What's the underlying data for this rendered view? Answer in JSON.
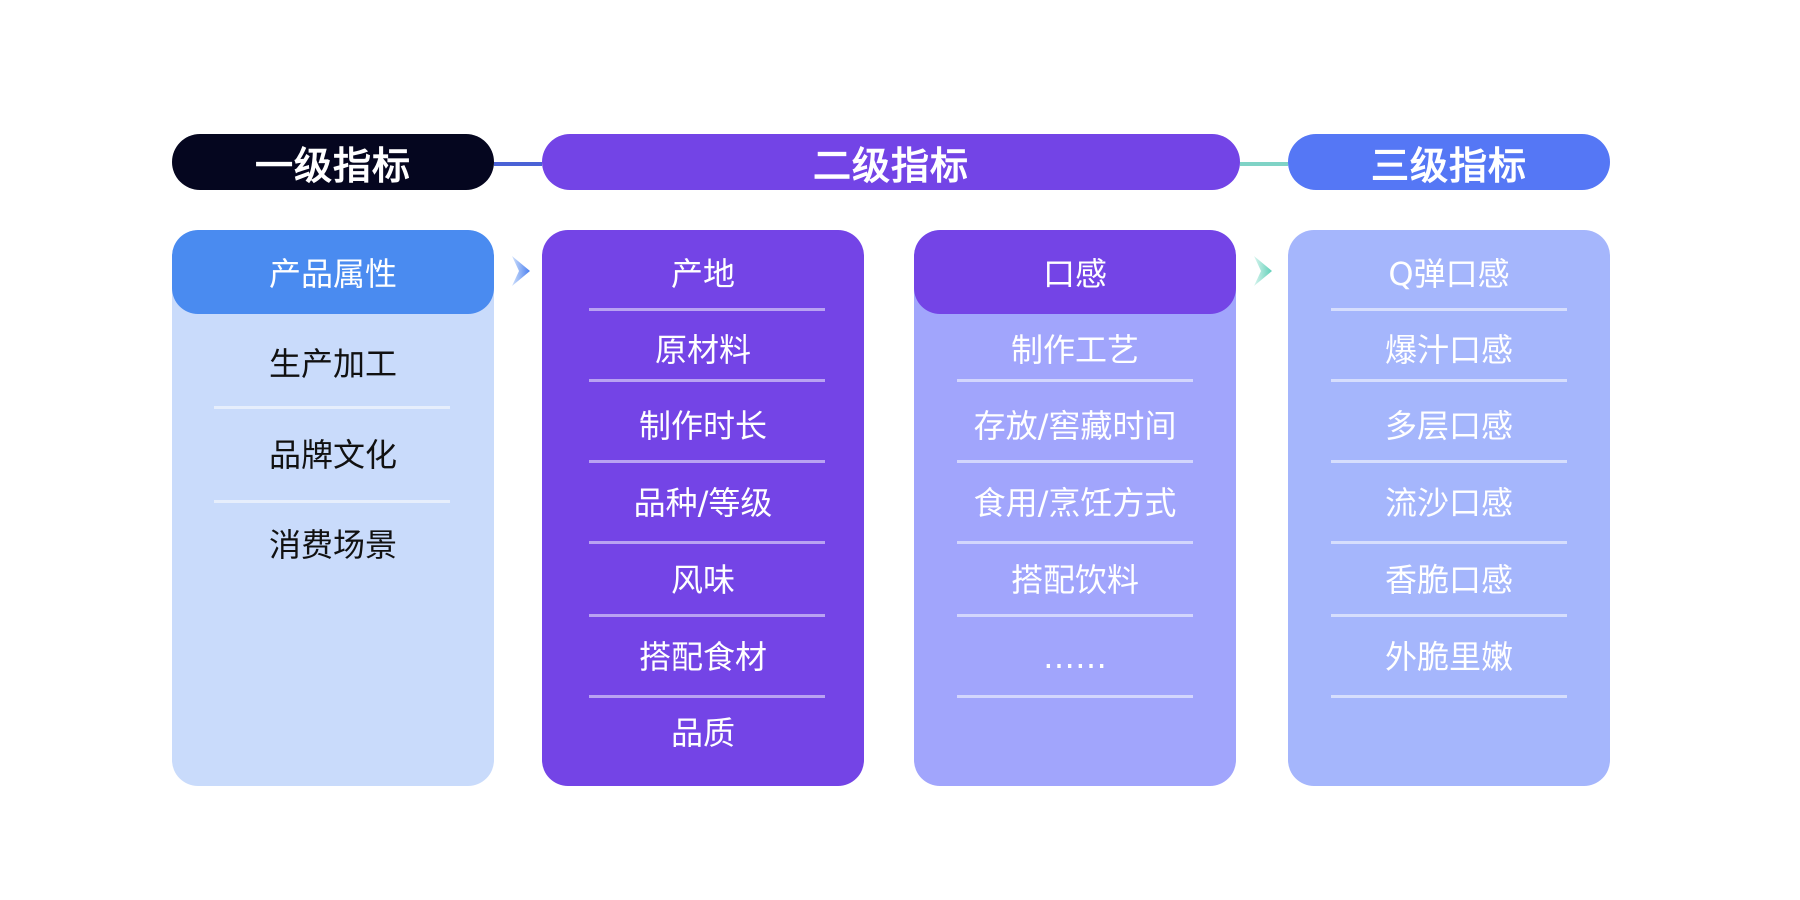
{
  "headers": {
    "level1": "一级指标",
    "level2": "二级指标",
    "level3": "三级指标"
  },
  "col1": {
    "title": "产品属性",
    "items": [
      "生产加工",
      "品牌文化",
      "消费场景"
    ]
  },
  "col2": {
    "title": "产地",
    "items": [
      "原材料",
      "制作时长",
      "品种/等级",
      "风味",
      "搭配食材",
      "品质"
    ]
  },
  "col3": {
    "title": "口感",
    "items": [
      "制作工艺",
      "存放/窖藏时间",
      "食用/烹饪方式",
      "搭配饮料",
      "……"
    ]
  },
  "col4": {
    "items": [
      "Q弹口感",
      "爆汁口感",
      "多层口感",
      "流沙口感",
      "香脆口感",
      "外脆里嫩"
    ]
  },
  "colors": {
    "level1_header": "#05061f",
    "level2_header": "#7344e6",
    "level3_header": "#5577f5",
    "col1_head": "#4a8bf0",
    "col1_body": "#c9dbfb",
    "col2_body": "#7444e6",
    "col3_head": "#7444e6",
    "col3_body": "#a1a5fc",
    "col4_body": "#a5b6fc",
    "arrow_blue": "#4a7ff0",
    "arrow_teal": "#5fd0b8"
  }
}
